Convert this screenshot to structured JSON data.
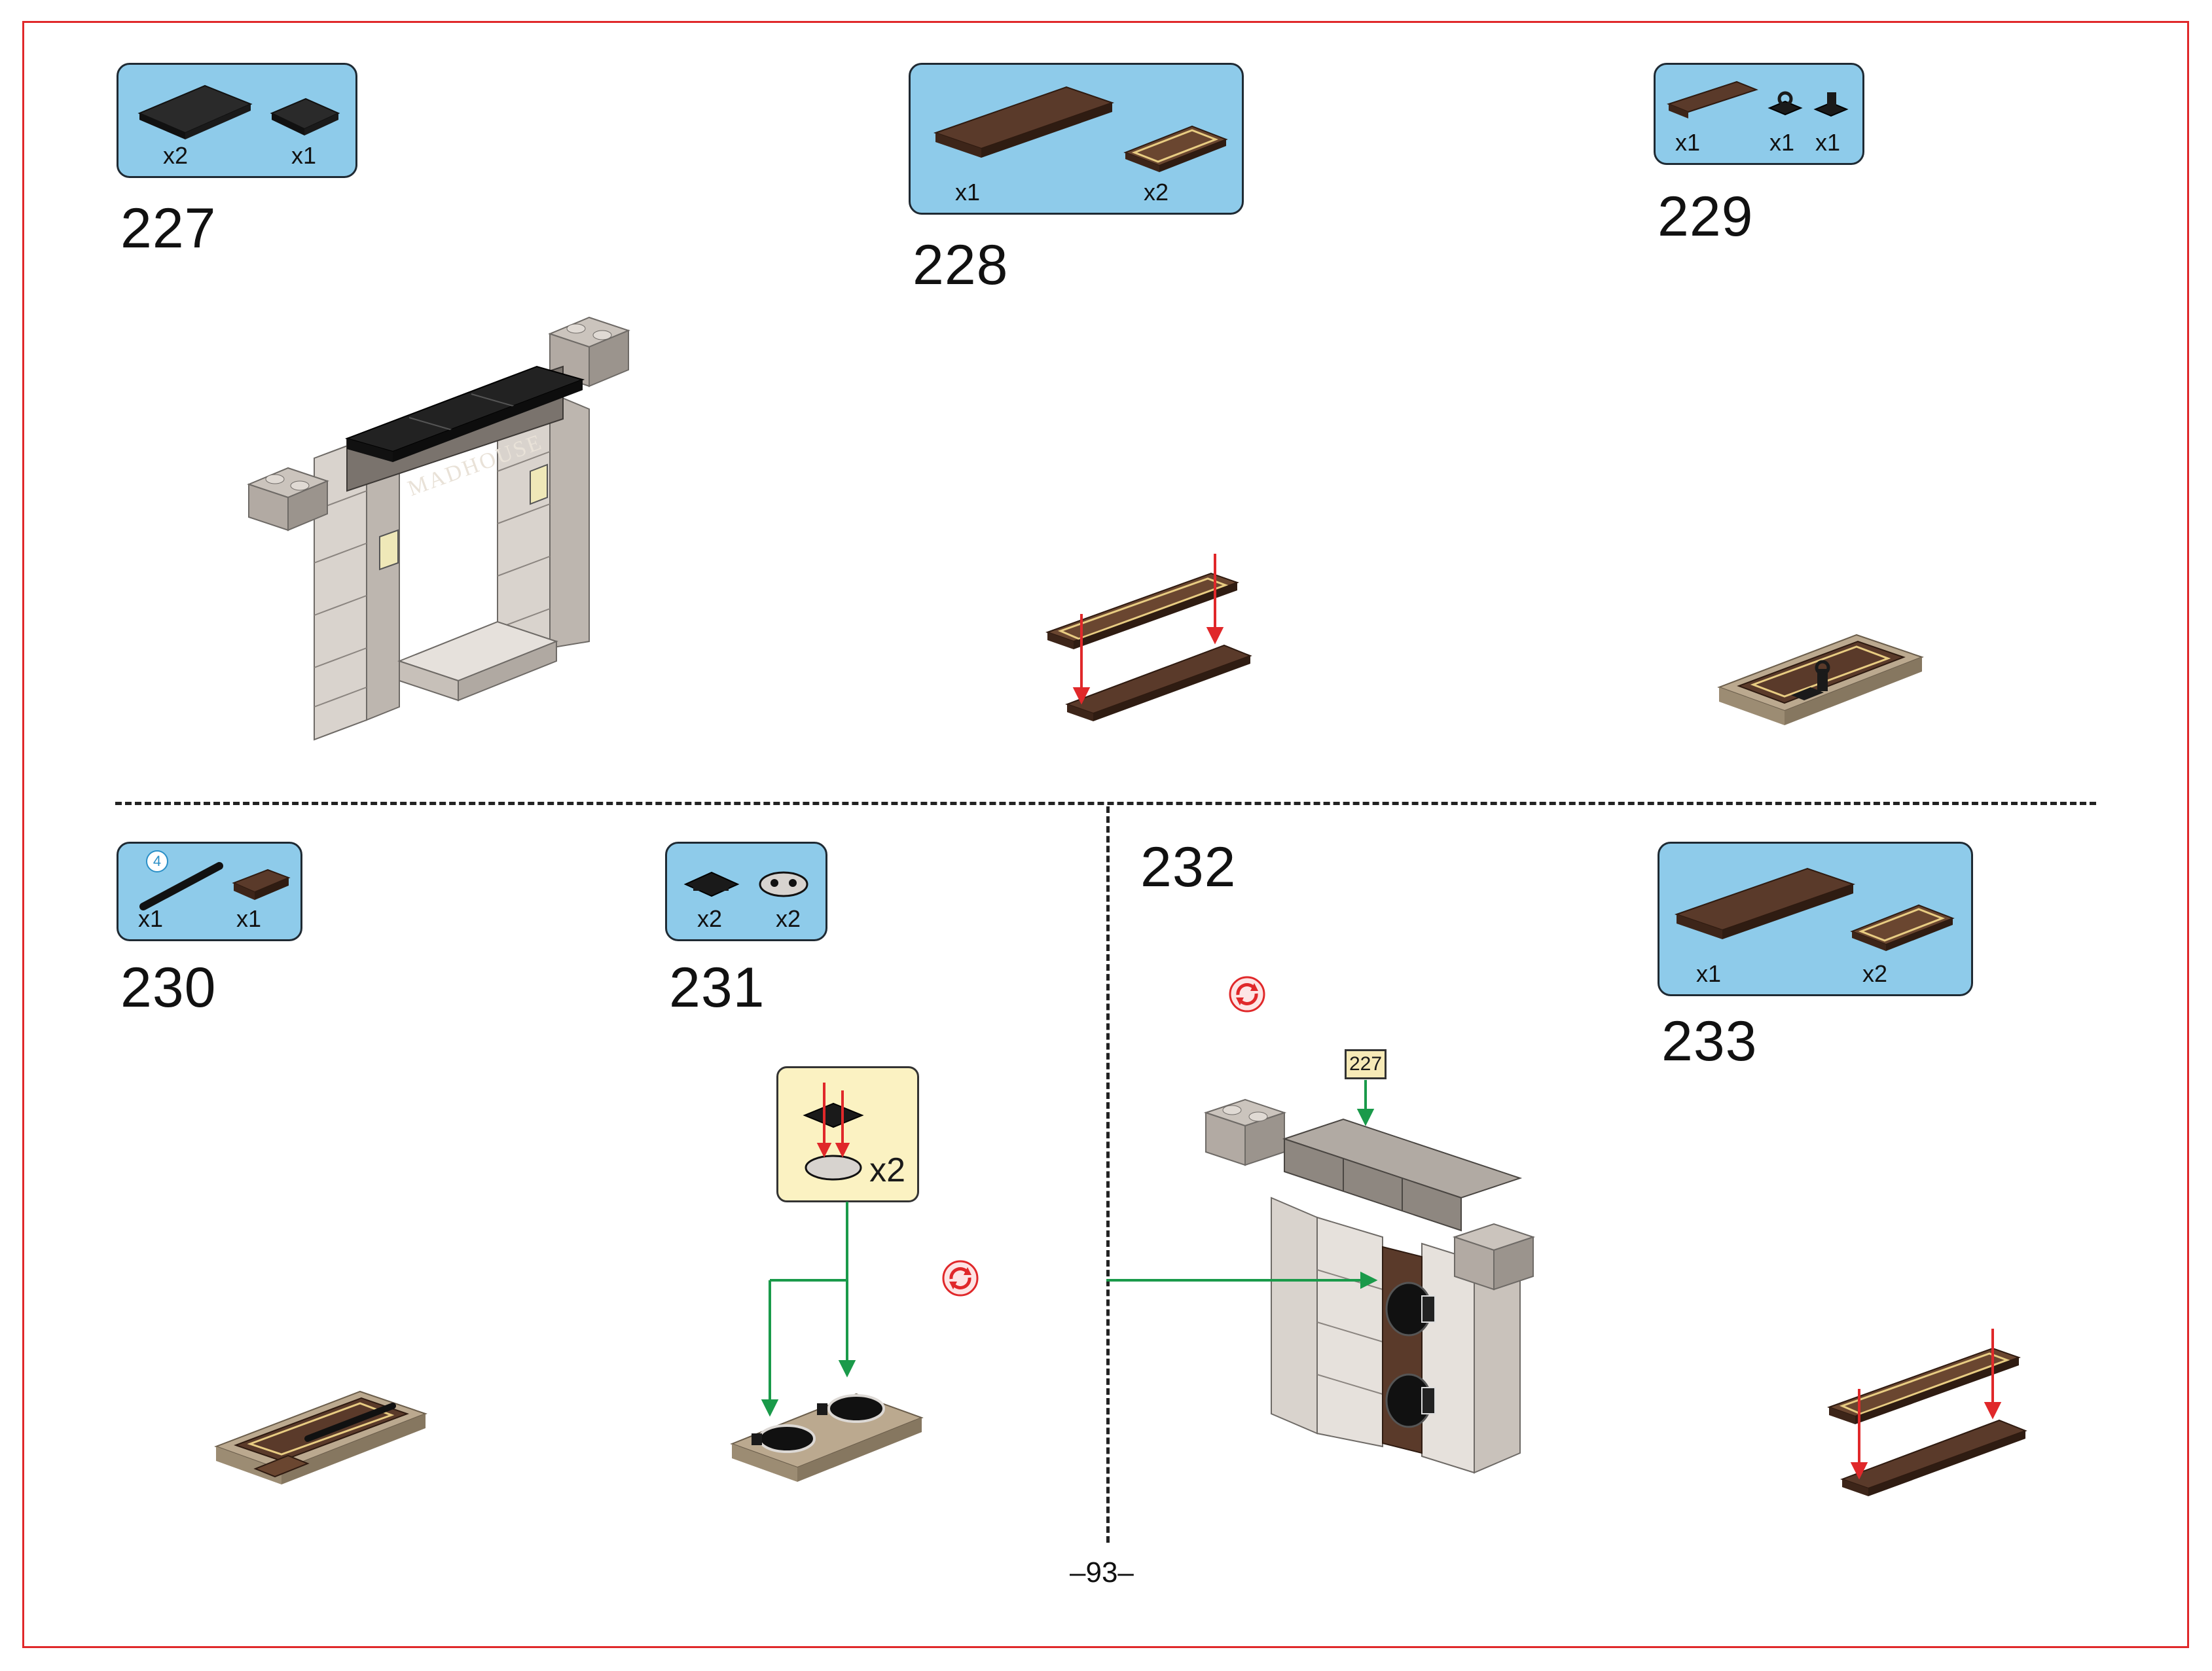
{
  "page": {
    "number": "–93–"
  },
  "steps": {
    "s227": {
      "number": "227",
      "parts": [
        {
          "qty": "x2"
        },
        {
          "qty": "x1"
        }
      ],
      "sign_text": "MADHOUSE"
    },
    "s228": {
      "number": "228",
      "parts": [
        {
          "qty": "x1"
        },
        {
          "qty": "x2"
        }
      ]
    },
    "s229": {
      "number": "229",
      "parts": [
        {
          "qty": "x1"
        },
        {
          "qty": "x1"
        },
        {
          "qty": "x1"
        }
      ]
    },
    "s230": {
      "number": "230",
      "length_badge": "4",
      "parts": [
        {
          "qty": "x1"
        },
        {
          "qty": "x1"
        }
      ]
    },
    "s231": {
      "number": "231",
      "parts": [
        {
          "qty": "x2"
        },
        {
          "qty": "x2"
        }
      ],
      "callout_qty": "x2"
    },
    "s232": {
      "number": "232",
      "ref_step": "227"
    },
    "s233": {
      "number": "233",
      "parts": [
        {
          "qty": "x1"
        },
        {
          "qty": "x2"
        }
      ]
    }
  },
  "colors": {
    "frame": "#e0282a",
    "parts_bg": "#8ecbea",
    "callout_bg": "#fbf2c2",
    "arrow_red": "#e0282a",
    "arrow_green": "#1a9a4a",
    "brick_brown": "#5a3a2a",
    "brick_tan": "#bba98f",
    "brick_stone": "#d8d2cc"
  },
  "icons": [
    "rotate-icon"
  ]
}
